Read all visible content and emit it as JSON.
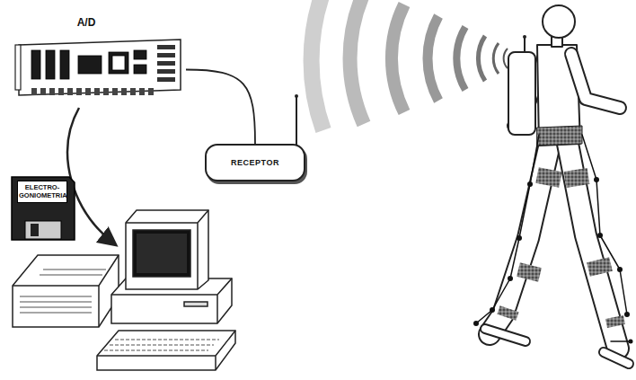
{
  "diagram": {
    "nodes": [
      {
        "text": [
          "A/D"
        ]
      },
      {
        "text": [
          "RECEPTOR"
        ]
      },
      {
        "text": [
          "ELECTRO- GONIOMETRIA"
        ]
      }
    ],
    "edges": [
      {
        "from": 0,
        "to": 1,
        "arrow": "none"
      }
    ]
  }
}
